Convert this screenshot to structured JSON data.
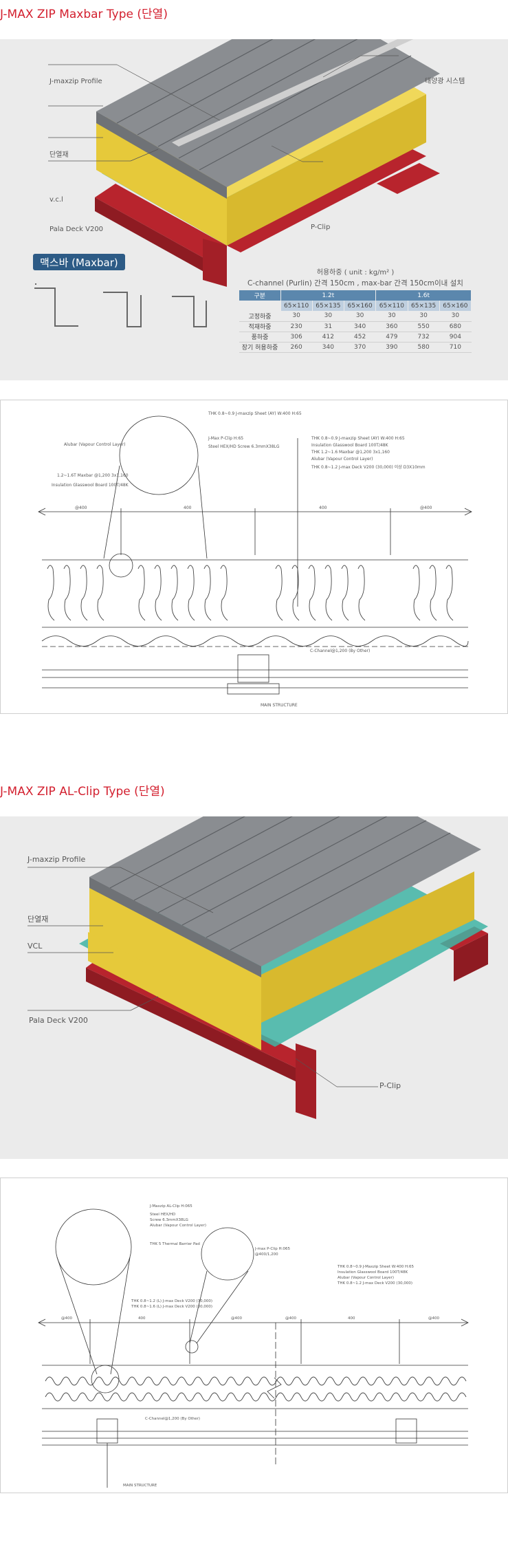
{
  "section1": {
    "title": "J-MAX ZIP Maxbar Type (단열)",
    "labels": {
      "profile": "J-maxzip Profile",
      "insulation": "단열재",
      "vcl": "v.c.l",
      "deck": "Pala Deck V200",
      "solar": "태양광 시스템",
      "pclip": "P-Clip"
    },
    "maxbar_badge": "맥스바 (Maxbar)",
    "load_table": {
      "title": "허용하중 ( unit : kg/m² )",
      "subtitle": "C-channel (Purlin) 간격 150cm , max-bar 간격 150cm이내 설치",
      "header_label": "구분",
      "groups": [
        "1.2t",
        "1.6t"
      ],
      "sizes": [
        "65×110",
        "65×135",
        "65×160",
        "65×110",
        "65×135",
        "65×160"
      ],
      "rows": [
        {
          "label": "고정하중",
          "values": [
            "30",
            "30",
            "30",
            "30",
            "30",
            "30"
          ]
        },
        {
          "label": "적재하중",
          "values": [
            "230",
            "31",
            "340",
            "360",
            "550",
            "680"
          ]
        },
        {
          "label": "풍하중",
          "values": [
            "306",
            "412",
            "452",
            "479",
            "732",
            "904"
          ]
        },
        {
          "label": "장기 허용하중",
          "values": [
            "260",
            "340",
            "370",
            "390",
            "580",
            "710"
          ]
        }
      ]
    },
    "drawing": {
      "notes": [
        "THK 0.8~0.9 J-maxzip Sheet (AY) W:400 H:65",
        "J-Max P-Clip H:65",
        "Steel HEX/HD Screw 6.3mmX38LG",
        "Alubar (Vapour Control Layer)",
        "1.2~1.6T Maxbar @1,200 3x1,160",
        "Insulation Glasswool Board 100T/48K"
      ],
      "notes_right": [
        "THK 0.8~0.9 J-maxzip Sheet (AY) W:400 H:65",
        "Insulation Glasswool Board 100T/48K",
        "THK 1.2~1.6 Maxbar @1,200 3x1,160",
        "Alubar (Vapour Control Layer)",
        "THK 0.8~1.2 J-max Deck V200 (30,000) 이상 D3X10mm"
      ],
      "dims": [
        "@400",
        "400",
        "400",
        "@400"
      ],
      "purlin_note": "C-Channel@1,200 (By Other)",
      "main_structure": "MAIN STRUCTURE"
    }
  },
  "section2": {
    "title": "J-MAX ZIP AL-Clip Type (단열)",
    "labels": {
      "profile": "J-maxzip Profile",
      "insulation": "단열재",
      "vcl": "VCL",
      "deck": "Pala Deck V200",
      "pclip": "P-Clip"
    },
    "drawing": {
      "notes_left": [
        "J-Maxzip AL-Clip H:065",
        "Steel HEX/HD",
        "Screw 6.3mmX38LG",
        "Alubar (Vapour Control Layer)",
        "THK 5 Thermal Barrier Pad"
      ],
      "notes_deck": [
        "THK 0.8~1.2 (L) J-max Deck V200 (30,000)",
        "THK 0.8~1.6 (L) J-max Deck V200 (30,000)"
      ],
      "clip_note": [
        "J-max P-Clip H:065",
        "@400/1,200"
      ],
      "notes_right": [
        "THK 0.8~0.9 J-Maxzip Sheet W:400 H:65",
        "Insulation Glasswool Board 100T/48K",
        "Alubar (Vapour Control Layer)",
        "THK 0.8~1.2 J-max Deck V200 (30,000)"
      ],
      "dims": [
        "@400",
        "400",
        "@400",
        "@400",
        "400",
        "@400"
      ],
      "purlin_note": "C-Channel@1,200 (By Other)",
      "main_structure": "MAIN STRUCTURE"
    }
  },
  "colors": {
    "title_red": "#d3202f",
    "badge_blue": "#2d5b86",
    "table_header": "#5b87ad",
    "table_subheader": "#bfcfdf",
    "panel_gray": "#ebebeb",
    "steel_red": "#b8242d",
    "insulation_yellow": "#e6c93a",
    "roof_gray": "#8a8d91",
    "deck_teal": "#3fb4a4"
  }
}
